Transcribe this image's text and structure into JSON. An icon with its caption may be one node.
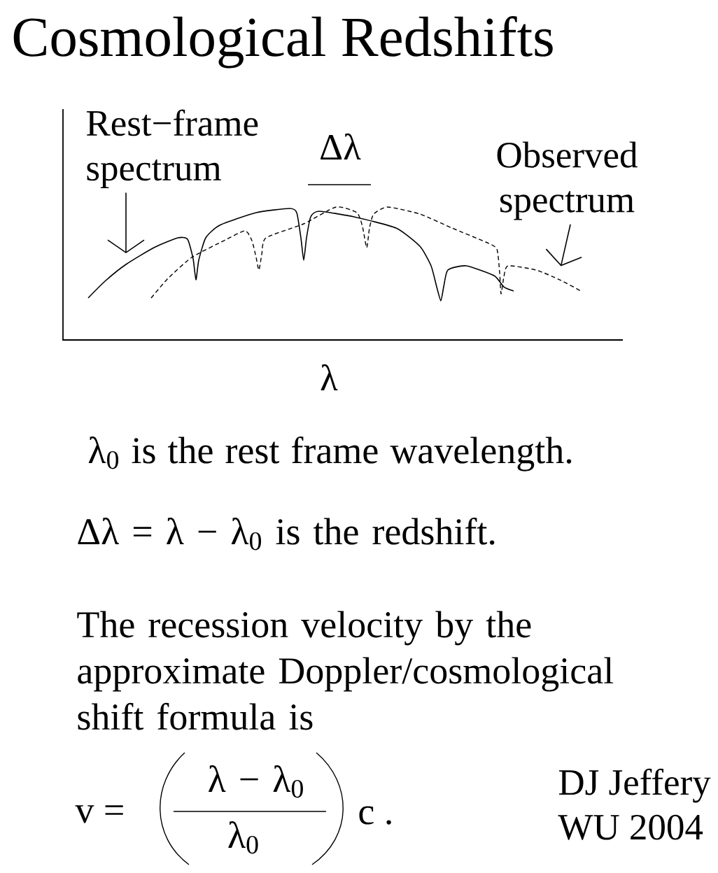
{
  "diagram": {
    "title": "Cosmological Redshifts",
    "nodes": [
      {
        "text": [
          "Rest−frame spectrum"
        ]
      },
      {
        "text": [
          "Observed spectrum"
        ]
      },
      {
        "text": [],
        "shape": "curve"
      },
      {
        "text": [],
        "shape": "curve"
      }
    ],
    "edges": [
      {
        "from": 0,
        "to": 2,
        "arrow": "to"
      },
      {
        "from": 1,
        "to": 3,
        "arrow": "to"
      }
    ],
    "labels": [
      "Δλ",
      "λ",
      "λ$_{0}$ is the rest frame wavelength.",
      "Δλ = λ − λ$_{0}$ is the redshift.",
      "The recession velocity by the approximate Doppler/cosmological shift formula is",
      "v =",
      "λ − λ$_{0}$",
      "λ$_{0}$",
      "c .",
      "DJ Jeffery",
      "WU 2004"
    ]
  }
}
